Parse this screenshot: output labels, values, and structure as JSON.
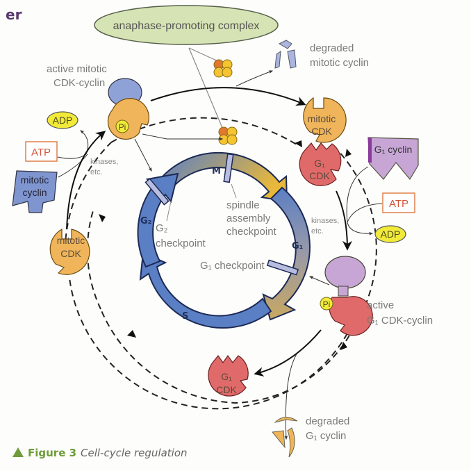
{
  "header": {
    "fragment": "er"
  },
  "diagram": {
    "apc_label": "anaphase-promoting complex",
    "degraded_mitotic_cyclin": [
      "degraded",
      "mitotic cyclin"
    ],
    "active_mitotic_cdk_cyclin": [
      "active mitotic",
      "CDK-cyclin"
    ],
    "active_g1_cdk_cyclin": [
      "active",
      "G₁ CDK-cyclin"
    ],
    "degraded_g1_cyclin": [
      "degraded",
      "G₁ cyclin"
    ],
    "mitotic_cdk": [
      "mitotic",
      "CDK"
    ],
    "g1_cdk": [
      "G₁",
      "CDK"
    ],
    "mitotic_cyclin": [
      "mitotic",
      "cyclin"
    ],
    "g1_cyclin": "G₁ cyclin",
    "atp": "ATP",
    "adp": "ADP",
    "pi": "Pi",
    "kinases": [
      "kinases,",
      "etc."
    ],
    "phases": {
      "m": "M",
      "g1": "G₁",
      "s": "S",
      "g2": "G₂"
    },
    "checkpoints": {
      "spindle": [
        "spindle",
        "assembly",
        "checkpoint"
      ],
      "g2": [
        "G₂",
        "checkpoint"
      ],
      "g1": "G₁ checkpoint"
    }
  },
  "caption": {
    "figure": "Figure 3",
    "title": "Cell-cycle regulation"
  },
  "colors": {
    "cycle_blue": "#5b7fc4",
    "mitotic_cdk": "#f0b55a",
    "g1_cdk": "#e06a6a",
    "g1_cyclin": "#c7a6d6",
    "mitotic_cyclin": "#7f95cf",
    "apc_fill": "#d6e3b4",
    "adp_fill": "#f2ea3a",
    "atp_border": "#e0804a",
    "caption_green": "#6e9c3a"
  }
}
